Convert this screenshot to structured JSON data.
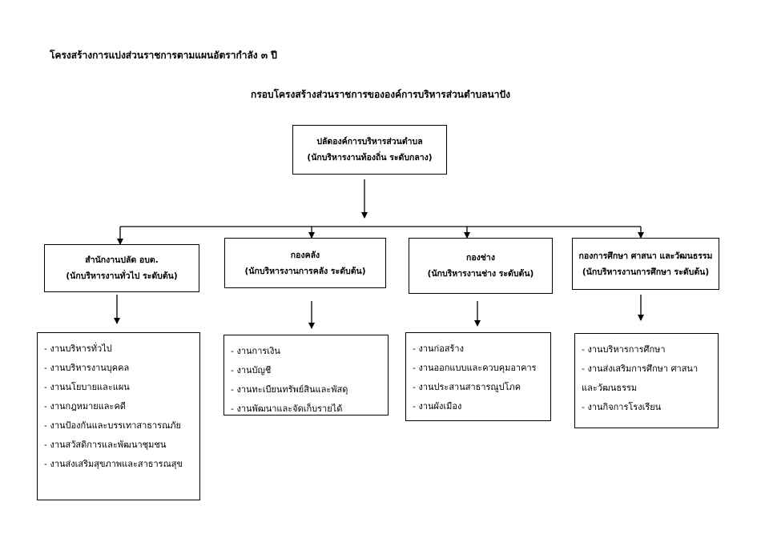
{
  "page_heading": "โครงสร้างการแบ่งส่วนราชการตามแผนอัตรากำลัง ๓ ปี",
  "chart_title": "กรอบโครงสร้างส่วนราชการขององค์การบริหารส่วนตำบลนาปัง",
  "top": {
    "line1": "ปลัดองค์การบริหารส่วนตำบล",
    "line2": "(นักบริหารงานท้องถิ่น ระดับกลาง)"
  },
  "units": [
    {
      "line1": "สำนักงานปลัด อบต.",
      "line2": "(นักบริหารงานทั่วไป ระดับต้น)",
      "duties": [
        "- งานบริหารทั่วไป",
        "- งานบริหารงานบุคคล",
        "- งานนโยบายและแผน",
        "- งานกฎหมายและคดี",
        "- งานป้องกันและบรรเทาสาธารณภัย",
        "- งานสวัสดิการและพัฒนาชุมชน",
        "- งานส่งเสริมสุขภาพและสาธารณสุข"
      ]
    },
    {
      "line1": "กองคลัง",
      "line2": "(นักบริหารงานการคลัง ระดับต้น)",
      "duties": [
        "- งานการเงิน",
        "- งานบัญชี",
        "- งานทะเบียนทรัพย์สินและพัสดุ",
        "- งานพัฒนาและจัดเก็บรายได้"
      ]
    },
    {
      "line1": "กองช่าง",
      "line2": "(นักบริหารงานช่าง ระดับต้น)",
      "duties": [
        "- งานก่อสร้าง",
        "- งานออกแบบและควบคุมอาคาร",
        "- งานประสานสาธารณูปโภค",
        "- งานผังเมือง"
      ]
    },
    {
      "line1": "กองการศึกษา ศาสนา และวัฒนธรรม",
      "line2": "(นักบริหารงานการศึกษา ระดับต้น)",
      "duties": [
        "- งานบริหารการศึกษา",
        "- งานส่งเสริมการศึกษา ศาสนาและวัฒนธรรม",
        "- งานกิจการโรงเรียน"
      ]
    }
  ]
}
